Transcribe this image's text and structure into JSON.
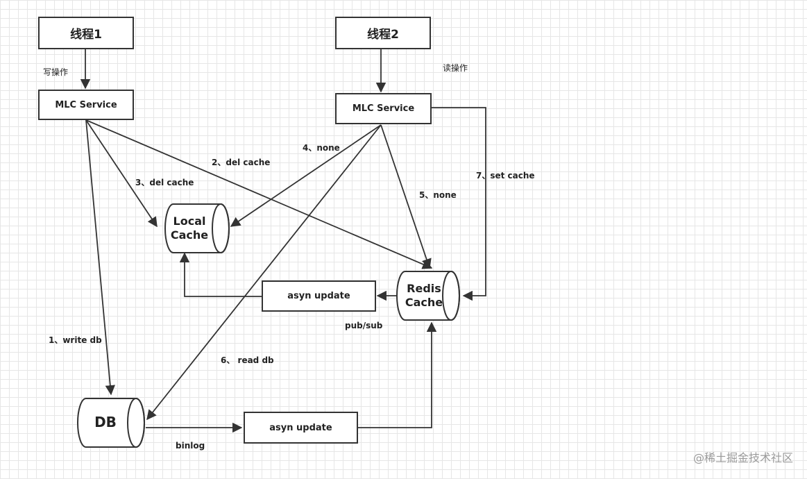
{
  "threads": {
    "thread1": "线程1",
    "thread2": "线程2"
  },
  "operations": {
    "write": "写操作",
    "read": "读操作"
  },
  "services": {
    "left": "MLC Service",
    "right": "MLC Service"
  },
  "stores": {
    "local_cache": [
      "Local",
      "Cache"
    ],
    "redis_cache": [
      "Redis",
      "Cache"
    ],
    "db": "DB"
  },
  "processes": {
    "asyn_update_top": "asyn update",
    "asyn_update_bottom": "asyn update"
  },
  "edge_labels": {
    "write_db": "1、write db",
    "del_cache_2": "2、del cache",
    "del_cache_3": "3、del cache",
    "none_4": "4、none",
    "none_5": "5、none",
    "read_db_6": "6、 read db",
    "set_cache_7": "7、set cache",
    "pub_sub": "pub/sub",
    "binlog": "binlog"
  },
  "watermark": "@稀土掘金技术社区"
}
